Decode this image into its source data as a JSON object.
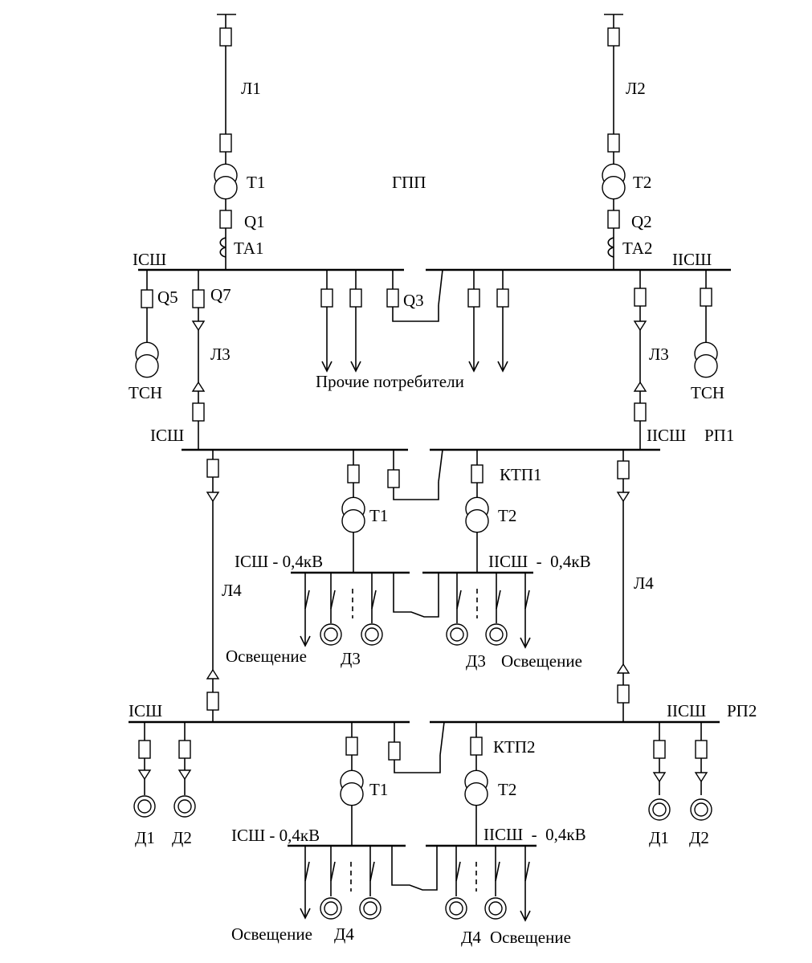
{
  "labels": {
    "l1": "Л1",
    "l2": "Л2",
    "gpp_t1": "Т1",
    "gpp_t2": "Т2",
    "gpp": "ГПП",
    "q1": "Q1",
    "q2": "Q2",
    "ta1": "ТА1",
    "ta2": "ТА2",
    "gpp_bus1": "IСШ",
    "gpp_bus2": "IIСШ",
    "q5": "Q5",
    "q7": "Q7",
    "q3": "Q3",
    "l3_left": "Л3",
    "l3_right": "Л3",
    "tsn_left": "ТСН",
    "tsn_right": "ТСН",
    "other_consumers": "Прочие потребители",
    "rp1_bus1": "IСШ",
    "rp1_bus2": "IIСШ",
    "rp1": "РП1",
    "ktp1": "КТП1",
    "ktp1_t1": "Т1",
    "ktp1_t2": "Т2",
    "ktp1_bus1": "IСШ - 0,4кВ",
    "ktp1_bus2": "IIСШ  -  0,4кВ",
    "l4_left": "Л4",
    "l4_right": "Л4",
    "ktp1_light_left": "Освещение",
    "ktp1_d3_left": "Д3",
    "ktp1_d3_right": "Д3",
    "ktp1_light_right": "Освещение",
    "rp2_bus1": "IСШ",
    "rp2_bus2": "IIСШ",
    "rp2": "РП2",
    "ktp2": "КТП2",
    "ktp2_t1": "Т1",
    "ktp2_t2": "Т2",
    "rp2_d1_left": "Д1",
    "rp2_d2_left": "Д2",
    "rp2_d1_right": "Д1",
    "rp2_d2_right": "Д2",
    "ktp2_bus1": "IСШ - 0,4кВ",
    "ktp2_bus2": "IIСШ  -  0,4кВ",
    "ktp2_light_left": "Освещение",
    "ktp2_d4_left": "Д4",
    "ktp2_d4_right": "Д4",
    "ktp2_light_right": "Освещение"
  }
}
